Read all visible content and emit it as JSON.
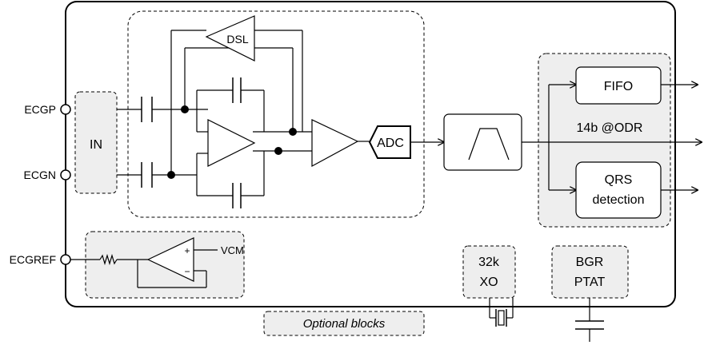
{
  "pins": {
    "ecgp": "ECGP",
    "ecgn": "ECGN",
    "ecgref": "ECGREF"
  },
  "blocks": {
    "input": "IN",
    "dsl": "DSL",
    "adc": "ADC",
    "fifo": "FIFO",
    "qrs_line1": "QRS",
    "qrs_line2": "detection",
    "xo_line1": "32k",
    "xo_line2": "XO",
    "bgr_line1": "BGR",
    "bgr_line2": "PTAT"
  },
  "labels": {
    "vcm": "VCM",
    "opamp_plus": "+",
    "opamp_minus": "−",
    "data_rate": "14b @ODR",
    "legend_optional": "Optional blocks"
  },
  "colors": {
    "stroke": "#000000",
    "optional_fill": "#eeeeee",
    "block_fill": "#ffffff"
  }
}
